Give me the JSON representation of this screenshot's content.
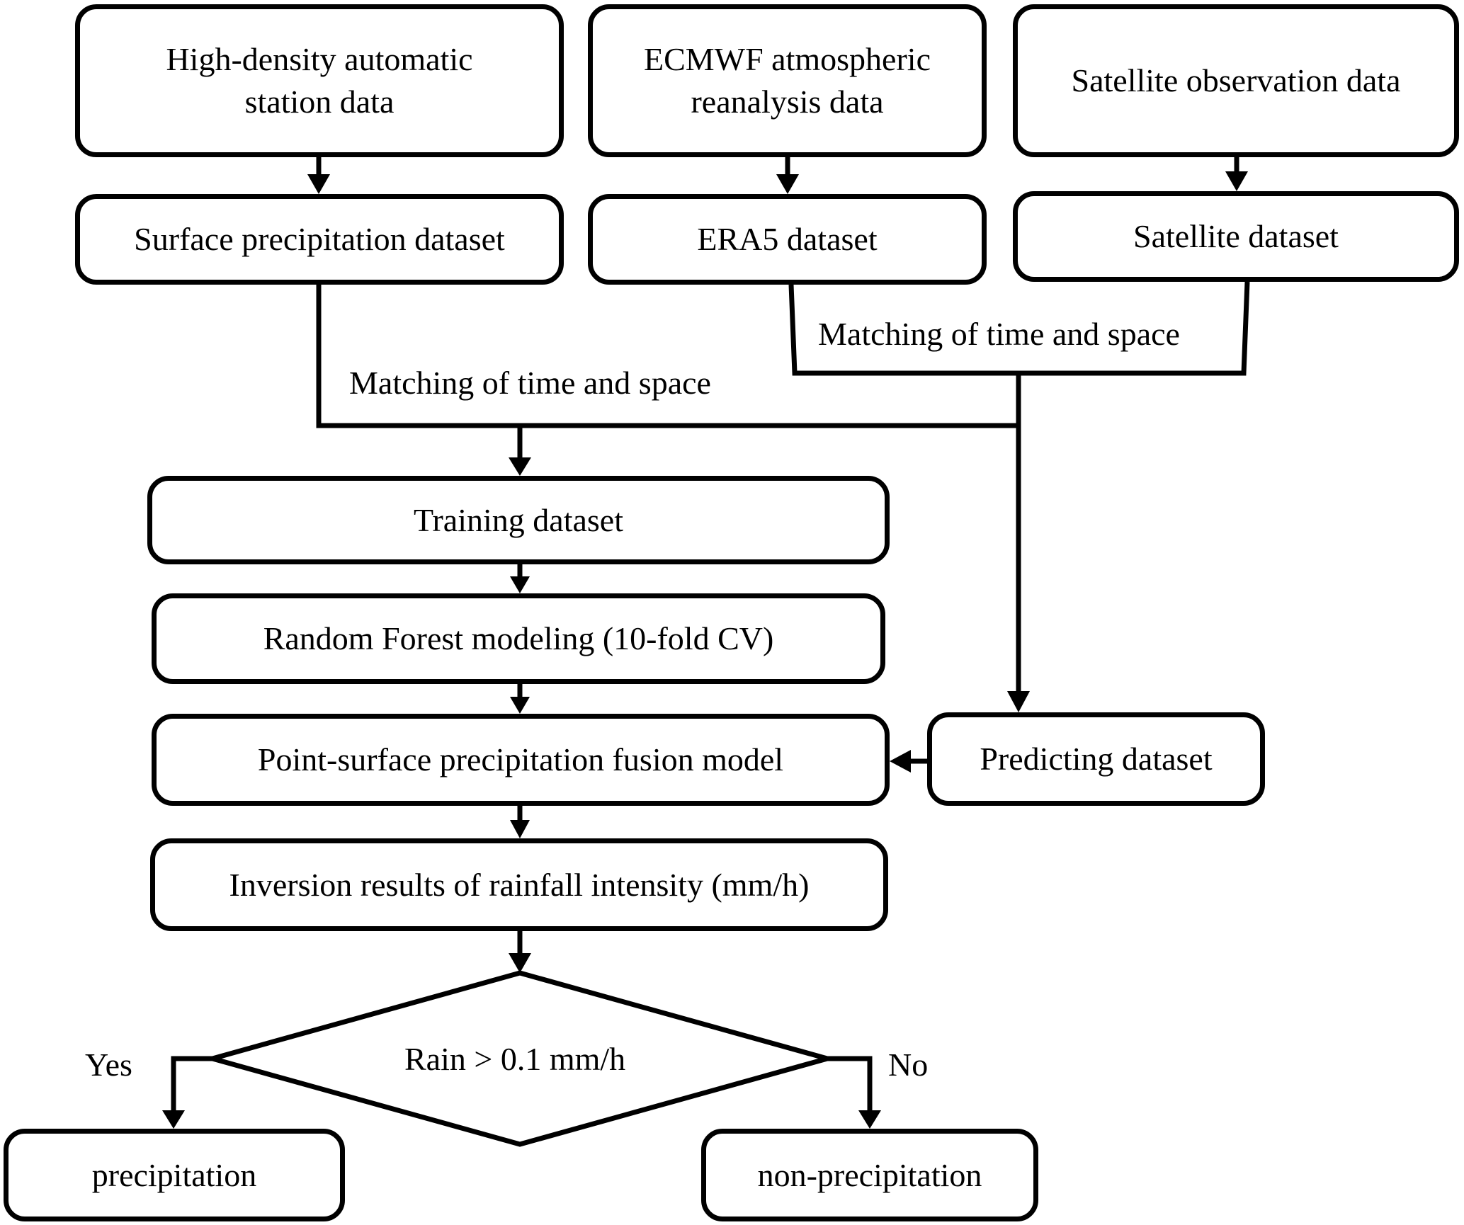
{
  "sources": {
    "station": "High-density automatic\nstation data",
    "ecmwf": "ECMWF atmospheric\nreanalysis data",
    "satellite": "Satellite observation data"
  },
  "datasets": {
    "surface": "Surface precipitation dataset",
    "era5": "ERA5 dataset",
    "satellite": "Satellite dataset"
  },
  "matching": {
    "upper": "Matching of time and space",
    "lower": "Matching of time and space"
  },
  "process": {
    "training": "Training dataset",
    "random_forest": "Random Forest modeling (10-fold CV)",
    "fusion_model": "Point-surface precipitation fusion model",
    "predicting": "Predicting dataset",
    "inversion": "Inversion results of rainfall intensity (mm/h)"
  },
  "decision": {
    "condition": "Rain > 0.1 mm/h",
    "yes_label": "Yes",
    "no_label": "No"
  },
  "outcomes": {
    "precipitation": "precipitation",
    "non_precipitation": "non-precipitation"
  }
}
